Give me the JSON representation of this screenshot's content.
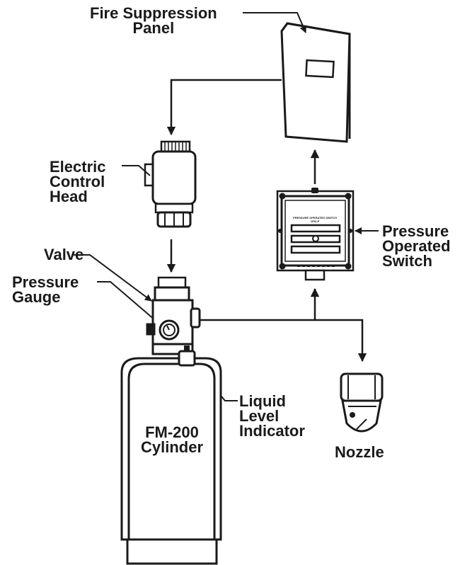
{
  "labels": {
    "panel": [
      "Fire Suppression",
      "Panel"
    ],
    "control_head": [
      "Electric",
      "Control",
      "Head"
    ],
    "valve": "Valve",
    "gauge": [
      "Pressure",
      "Gauge"
    ],
    "switch": [
      "Pressure",
      "Operated",
      "Switch"
    ],
    "liquid_level": [
      "Liquid",
      "Level",
      "Indicator"
    ],
    "cylinder": [
      "FM-200",
      "Cylinder"
    ],
    "nozzle": "Nozzle"
  },
  "switch_plate": [
    "PRESSURE OPERATED SWITCH",
    "1PSI-F"
  ],
  "colors": {
    "ink": "#1a1a1a",
    "background": "#ffffff"
  }
}
